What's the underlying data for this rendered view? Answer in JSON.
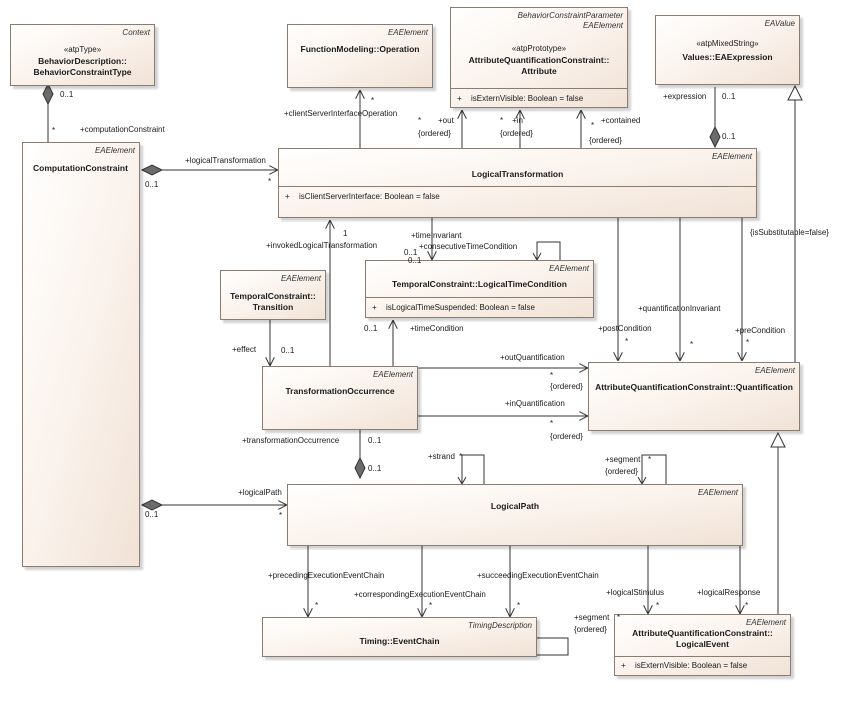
{
  "boxes": {
    "behavior_constraint_type": {
      "tag": "Context",
      "stereotype": "«atpType»",
      "name_line1": "BehaviorDescription::",
      "name_line2": "BehaviorConstraintType"
    },
    "function_operation": {
      "tag": "EAElement",
      "name": "FunctionModeling::Operation"
    },
    "attribute": {
      "tag_line1": "BehaviorConstraintParameter",
      "tag_line2": "EAElement",
      "stereotype": "«atpPrototype»",
      "name_line1": "AttributeQuantificationConstraint::",
      "name_line2": "Attribute",
      "attribute": "isExternVisible: Boolean = false"
    },
    "ea_expression": {
      "tag": "EAValue",
      "stereotype": "«atpMixedString»",
      "name": "Values::EAExpression"
    },
    "computation_constraint": {
      "tag": "EAElement",
      "name": "ComputationConstraint"
    },
    "logical_transformation": {
      "tag": "EAElement",
      "name": "LogicalTransformation",
      "attribute": "isClientServerInterface: Boolean = false"
    },
    "logical_time_condition": {
      "tag": "EAElement",
      "name": "TemporalConstraint::LogicalTimeCondition",
      "attribute": "isLogicalTimeSuspended: Boolean = false"
    },
    "transition": {
      "tag": "EAElement",
      "name_line1": "TemporalConstraint::",
      "name_line2": "Transition"
    },
    "transformation_occurrence": {
      "tag": "EAElement",
      "name": "TransformationOccurrence"
    },
    "quantification": {
      "tag": "EAElement",
      "name": "AttributeQuantificationConstraint::Quantification"
    },
    "logical_path": {
      "tag": "EAElement",
      "name": "LogicalPath"
    },
    "event_chain": {
      "tag": "TimingDescription",
      "name": "Timing::EventChain"
    },
    "logical_event": {
      "tag": "EAElement",
      "name_line1": "AttributeQuantificationConstraint::",
      "name_line2": "LogicalEvent",
      "attribute": "isExternVisible: Boolean = false"
    }
  },
  "labels": {
    "vis_plus": "+",
    "m_01_a": "0..1",
    "m_star_a": "*",
    "computation_constraint_role": "+computationConstraint",
    "logical_transformation_role": "+logicalTransformation",
    "m_01_b": "0..1",
    "m_star_b": "*",
    "client_server_role": "+clientServerInterfaceOperation",
    "m_star_c": "*",
    "m_star_d": "*",
    "out_role": "+out",
    "out_ordered": "{ordered}",
    "m_star_e": "*",
    "in_role": "+in",
    "in_ordered": "{ordered}",
    "m_star_f": "*",
    "contained_role": "+contained",
    "contained_ordered": "{ordered}",
    "expression_role": "+expression",
    "m_01_c": "0..1",
    "m_01_d": "0..1",
    "is_substitutable": "{isSubstitutable=false}",
    "invoked_role": "+invokedLogicalTransformation",
    "m_1": "1",
    "time_invariant_role": "+timeInvariant",
    "consecutive_role": "+consecutiveTimeCondition",
    "m_01_e": "0..1",
    "m_01_f": "0..1",
    "quantification_invariant_role": "+quantificationInvariant",
    "post_condition_role": "+postCondition",
    "m_star_g": "*",
    "m_star_h": "*",
    "pre_condition_role": "+preCondition",
    "m_star_i": "*",
    "effect_role": "+effect",
    "m_01_g": "0..1",
    "m_01_h": "0..1",
    "time_condition_role": "+timeCondition",
    "out_quantification_role": "+outQuantification",
    "m_star_j": "*",
    "out_q_ordered": "{ordered}",
    "in_quantification_role": "+inQuantification",
    "m_star_k": "*",
    "in_q_ordered": "{ordered}",
    "transformation_occurrence_role": "+transformationOccurrence",
    "m_01_i": "0..1",
    "m_01_j": "0..1",
    "strand_role": "+strand",
    "m_star_l": "*",
    "segment_role_a": "+segment",
    "m_star_m": "*",
    "segment_ordered_a": "{ordered}",
    "logical_path_role": "+logicalPath",
    "m_01_k": "0..1",
    "m_star_n": "*",
    "preceding_role": "+precedingExecutionEventChain",
    "m_star_o": "*",
    "corresponding_role": "+correspondingExecutionEventChain",
    "m_star_p": "*",
    "succeeding_role": "+succeedingExecutionEventChain",
    "m_star_q": "*",
    "logical_stimulus_role": "+logicalStimulus",
    "m_star_r": "*",
    "logical_response_role": "+logicalResponse",
    "m_star_s": "*",
    "segment_role_b": "+segment",
    "m_star_t": "*",
    "segment_ordered_b": "{ordered}"
  }
}
